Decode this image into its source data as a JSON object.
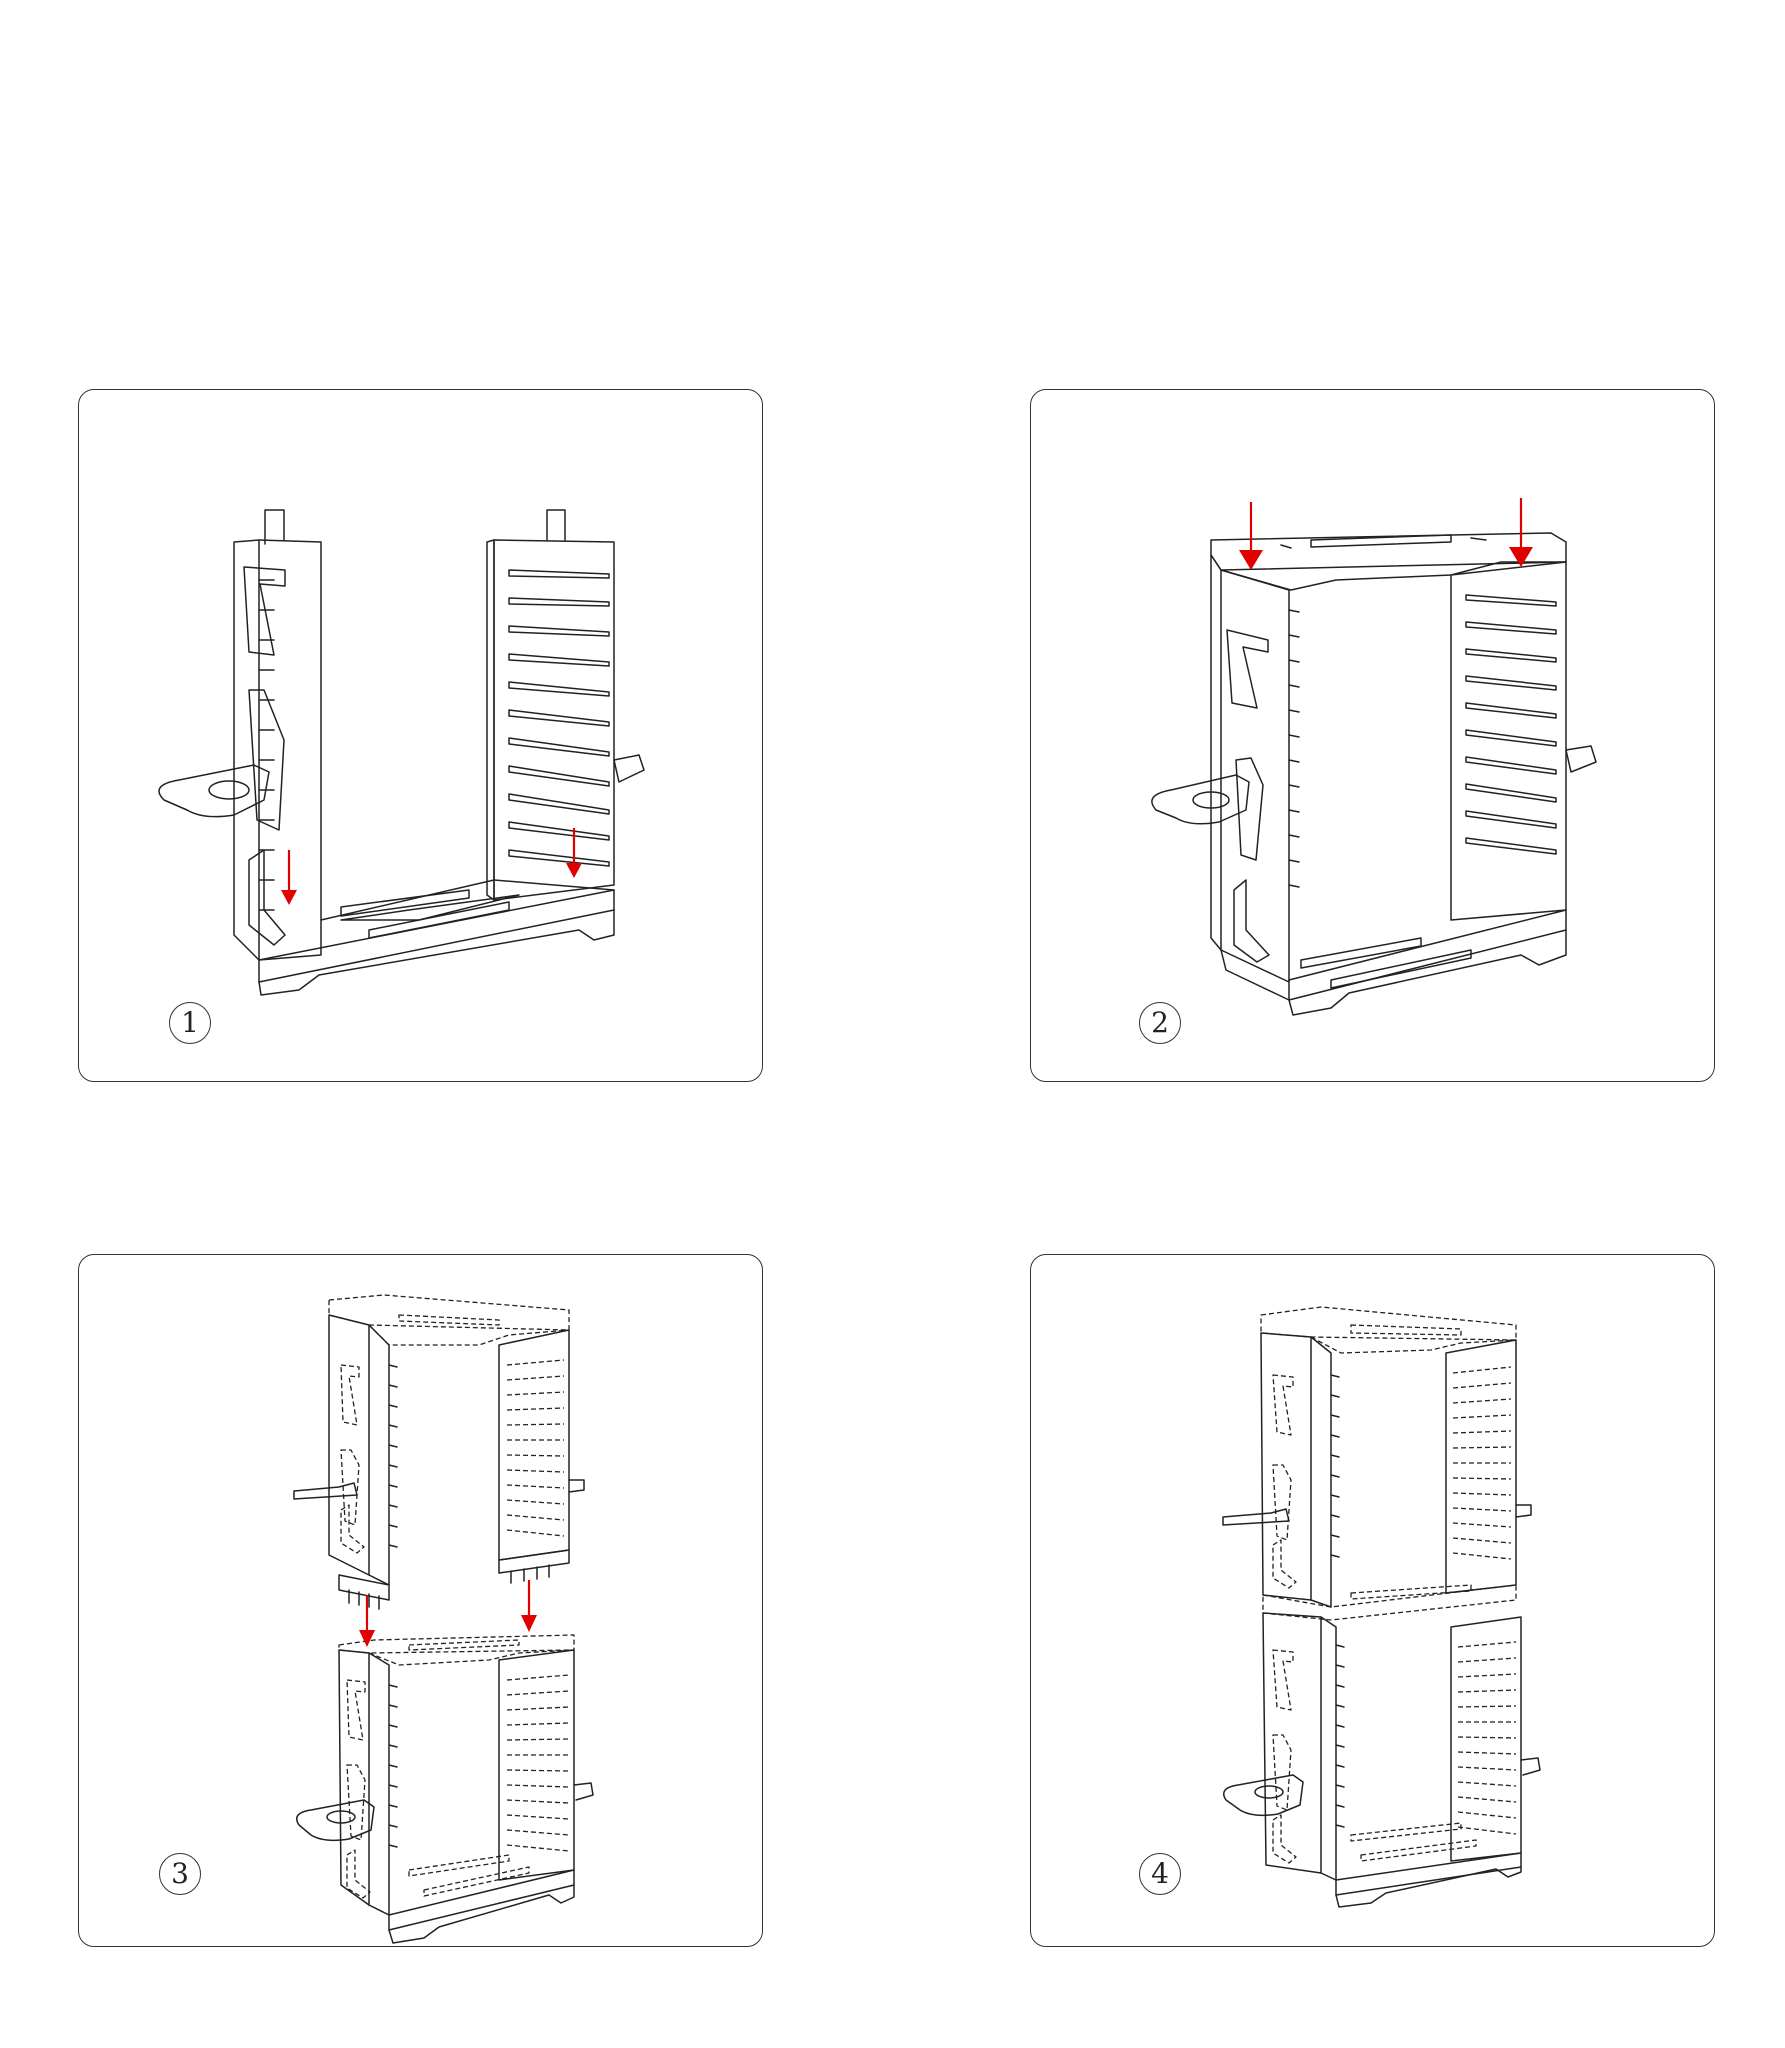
{
  "colors": {
    "line": "#222222",
    "frame": "#333333",
    "arrow": "#e00000",
    "background": "#ffffff"
  },
  "steps": [
    {
      "number": "1"
    },
    {
      "number": "2"
    },
    {
      "number": "3"
    },
    {
      "number": "4"
    }
  ]
}
